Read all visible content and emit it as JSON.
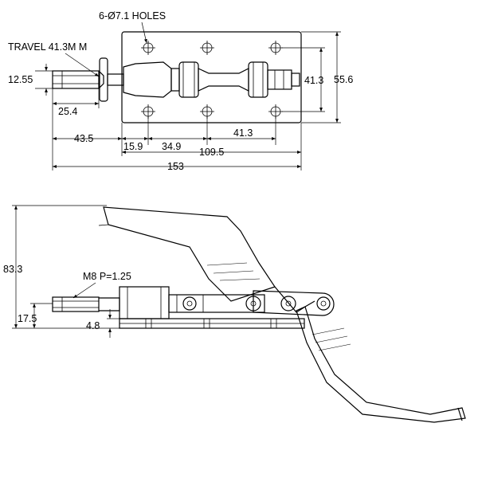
{
  "top_view": {
    "holes_note": "6-Ø7.1 HOLES",
    "travel_note": "TRAVEL 41.3M M",
    "dims": {
      "plunger_dia": "12.55",
      "plunger_len": "25.4",
      "overhang": "43.5",
      "edge_offset": "15.9",
      "hole_pitch_a": "34.9",
      "hole_pitch_b": "41.3",
      "base_len": "109.5",
      "overall_len": "153",
      "hole_span": "41.3",
      "base_width": "55.6"
    }
  },
  "side_view": {
    "thread_note": "M8 P=1.25",
    "dims": {
      "overall_height": "83.3",
      "plunger_height": "17.5",
      "base_thickness": "4.8"
    }
  }
}
